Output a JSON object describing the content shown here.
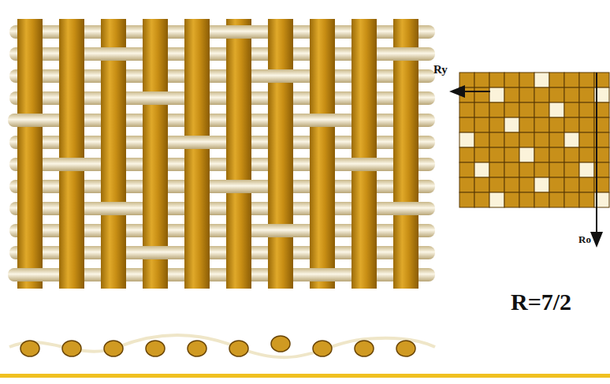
{
  "diagram": {
    "labels": [
      "Ry",
      "Ro",
      "R=7/2"
    ]
  }
}
